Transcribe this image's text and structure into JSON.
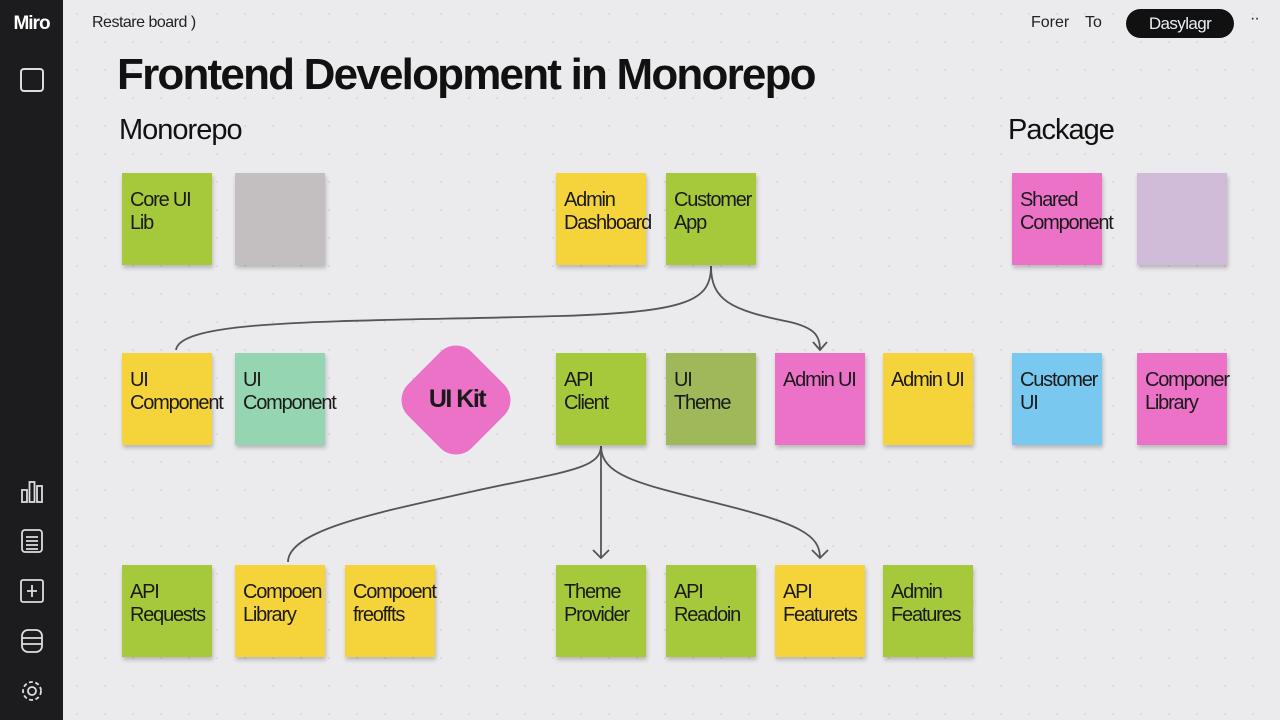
{
  "app": {
    "logo": "Miro"
  },
  "topbar": {
    "breadcrumb": "Restare board  )",
    "items": [
      "Forer",
      "To"
    ],
    "pill": "Dasylagr",
    "more": "··"
  },
  "board": {
    "title": "Frontend Development in Monorepo",
    "sections": [
      "Monorepo",
      "Package"
    ]
  },
  "colors": {
    "green": "#a5c93a",
    "yellow": "#f5d33a",
    "pink": "#ec72c8",
    "mint": "#95d5b2",
    "olive": "#9fb85a",
    "blue": "#78c8f0",
    "gray": "#c3bfc0",
    "lavender": "#d0bcd8"
  },
  "notes": [
    {
      "text": "Core UI Lib",
      "color": "#a5c93a"
    },
    {
      "text": "",
      "color": "#c3bfc0"
    },
    {
      "text": "Admin Dashboard",
      "color": "#f5d33a"
    },
    {
      "text": "Customer App",
      "color": "#a5c93a"
    },
    {
      "text": "Shared Component",
      "color": "#ec72c8"
    },
    {
      "text": "",
      "color": "#d0bcd8"
    },
    {
      "text": "UI Component",
      "color": "#f5d33a"
    },
    {
      "text": "UI Component",
      "color": "#95d5b2"
    },
    {
      "text": "API Client",
      "color": "#a5c93a"
    },
    {
      "text": "UI Theme",
      "color": "#9fb85a"
    },
    {
      "text": "Admin UI",
      "color": "#ec72c8"
    },
    {
      "text": "Admin UI",
      "color": "#f5d33a"
    },
    {
      "text": "Customer UI",
      "color": "#78c8f0"
    },
    {
      "text": "Componer Library",
      "color": "#ec72c8"
    },
    {
      "text": "API Requests",
      "color": "#a5c93a"
    },
    {
      "text": "Compoen Library",
      "color": "#f5d33a"
    },
    {
      "text": "Compoent freoffts",
      "color": "#f5d33a"
    },
    {
      "text": "Theme Provider",
      "color": "#a5c93a"
    },
    {
      "text": "API Readoin",
      "color": "#a5c93a"
    },
    {
      "text": "API Featurets",
      "color": "#f5d33a"
    },
    {
      "text": "Admin Features",
      "color": "#a5c93a"
    }
  ],
  "shape": {
    "text": "UI Kit"
  }
}
